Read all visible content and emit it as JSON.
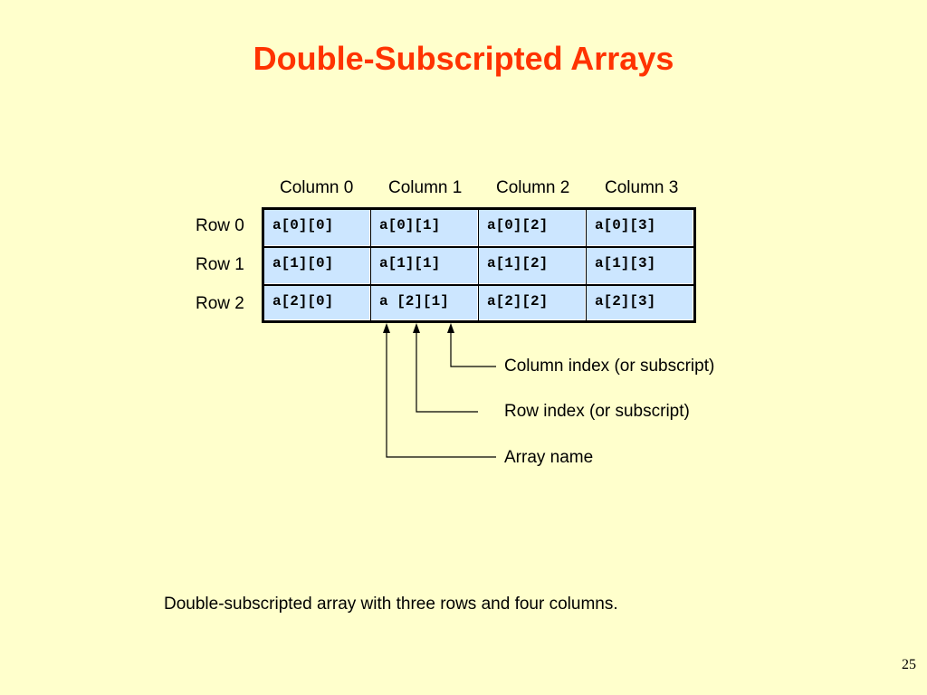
{
  "slide": {
    "title": "Double-Subscripted Arrays",
    "page_number": "25",
    "caption": "Double-subscripted array with three rows and four columns."
  },
  "columns": [
    "Column 0",
    "Column 1",
    "Column 2",
    "Column 3"
  ],
  "rows": [
    "Row 0",
    "Row 1",
    "Row 2"
  ],
  "cells": [
    [
      "a[0][0]",
      "a[0][1]",
      "a[0][2]",
      "a[0][3]"
    ],
    [
      "a[1][0]",
      "a[1][1]",
      "a[1][2]",
      "a[1][3]"
    ],
    [
      "a[2][0]",
      "a [2][1]",
      "a[2][2]",
      "a[2][3]"
    ]
  ],
  "annotations": {
    "column_index": "Column index (or subscript)",
    "row_index": "Row index (or subscript)",
    "array_name": "Array name"
  },
  "colors": {
    "background": "#ffffcc",
    "title": "#ff3300",
    "cell_fill": "#cce6ff",
    "grid_line": "#000000"
  }
}
